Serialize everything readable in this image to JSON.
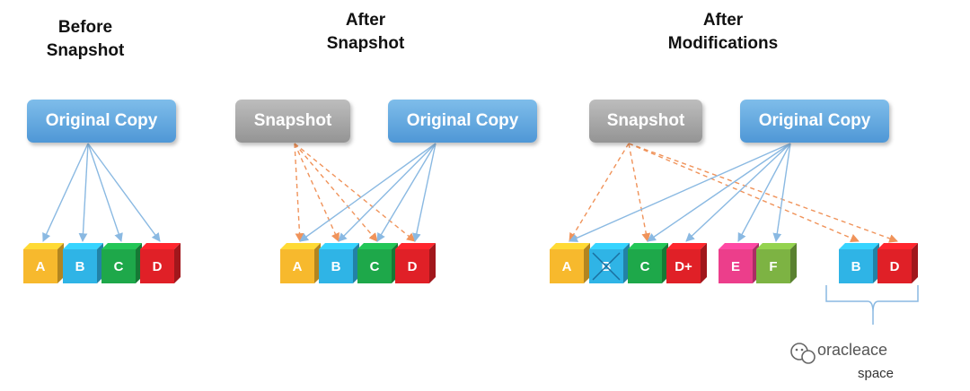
{
  "panels": [
    {
      "heading_lines": [
        "Before",
        "Snapshot"
      ],
      "original_label": "Original Copy",
      "blocks": [
        "A",
        "B",
        "C",
        "D"
      ]
    },
    {
      "heading_lines": [
        "After",
        "Snapshot"
      ],
      "snapshot_label": "Snapshot",
      "original_label": "Original Copy",
      "blocks": [
        "A",
        "B",
        "C",
        "D"
      ]
    },
    {
      "heading_lines": [
        "After",
        "Modifications"
      ],
      "snapshot_label": "Snapshot",
      "original_label": "Original Copy",
      "blocks": [
        "A",
        "B",
        "C",
        "D+",
        "E",
        "F"
      ],
      "reserved_blocks": [
        "B",
        "D"
      ],
      "caption": "space",
      "watermark": "oracleace"
    }
  ],
  "colors": {
    "A": "#f7b92d",
    "B": "#2fb4e6",
    "C": "#1ea84a",
    "D": "#e02027",
    "D+": "#e02027",
    "E": "#ec3e8b",
    "F": "#7db343",
    "arrow_original": "#8ab9e2",
    "arrow_snapshot": "#f0935a"
  },
  "icons": {
    "crossed_block": "x-mark-icon",
    "bracket": "curly-brace-icon"
  }
}
